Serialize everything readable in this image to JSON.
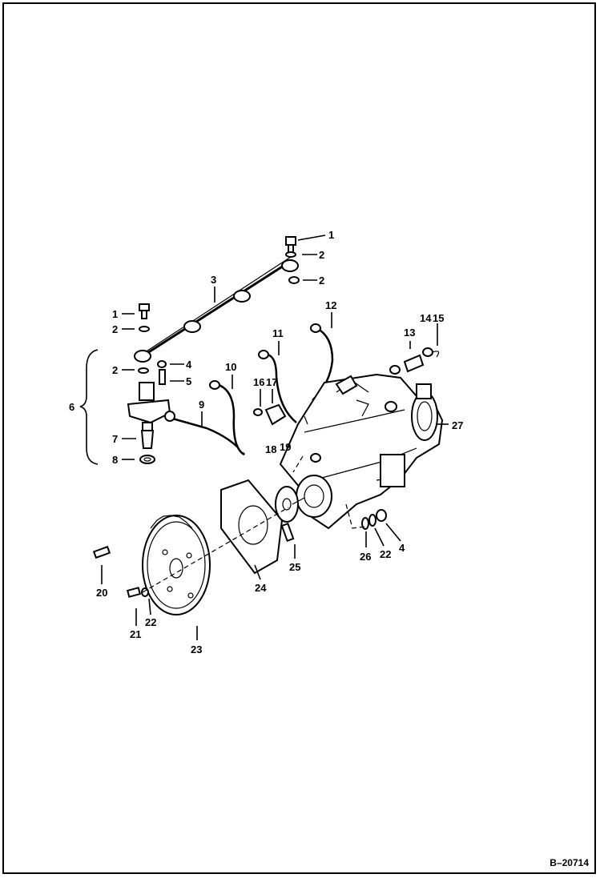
{
  "document_ref": "B–20714",
  "labels": {
    "l1a": "1",
    "l2a": "2",
    "l2b": "2",
    "l3": "3",
    "l1b": "1",
    "l2c": "2",
    "l2d": "2",
    "l4a": "4",
    "l5a": "5",
    "l6": "6",
    "l7": "7",
    "l8": "8",
    "l9": "9",
    "l10": "10",
    "l11": "11",
    "l12": "12",
    "l13": "13",
    "l14": "14",
    "l15": "15",
    "l16": "16",
    "l17": "17",
    "l18": "18",
    "l19": "19",
    "l20": "20",
    "l21": "21",
    "l22a": "22",
    "l23": "23",
    "l24": "24",
    "l25": "25",
    "l26": "26",
    "l22b": "22",
    "l4b": "4",
    "l27": "27"
  }
}
